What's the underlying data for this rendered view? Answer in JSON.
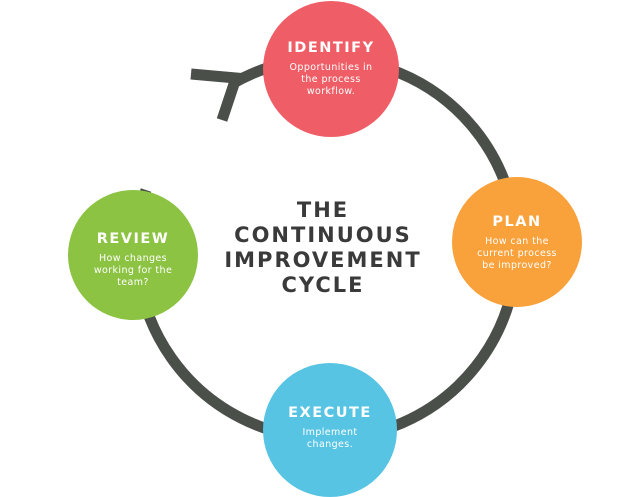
{
  "colors": {
    "ring": "#4a4f4a",
    "identify": "#ef5e66",
    "plan": "#f9a13a",
    "execute": "#58c4e4",
    "review": "#8cc342",
    "title_text": "#3a3a3a"
  },
  "center_title": {
    "line1": "THE",
    "line2": "CONTINUOUS",
    "line3": "IMPROVEMENT",
    "line4": "CYCLE"
  },
  "nodes": {
    "identify": {
      "title": "IDENTIFY",
      "description": "Opportunities in the process workflow."
    },
    "plan": {
      "title": "PLAN",
      "description": "How can the current process be improved?"
    },
    "execute": {
      "title": "EXECUTE",
      "description": "Implement changes."
    },
    "review": {
      "title": "REVIEW",
      "description": "How changes working for the team?"
    }
  },
  "icons": {
    "cycle_arrow": "arrow-head-icon"
  }
}
